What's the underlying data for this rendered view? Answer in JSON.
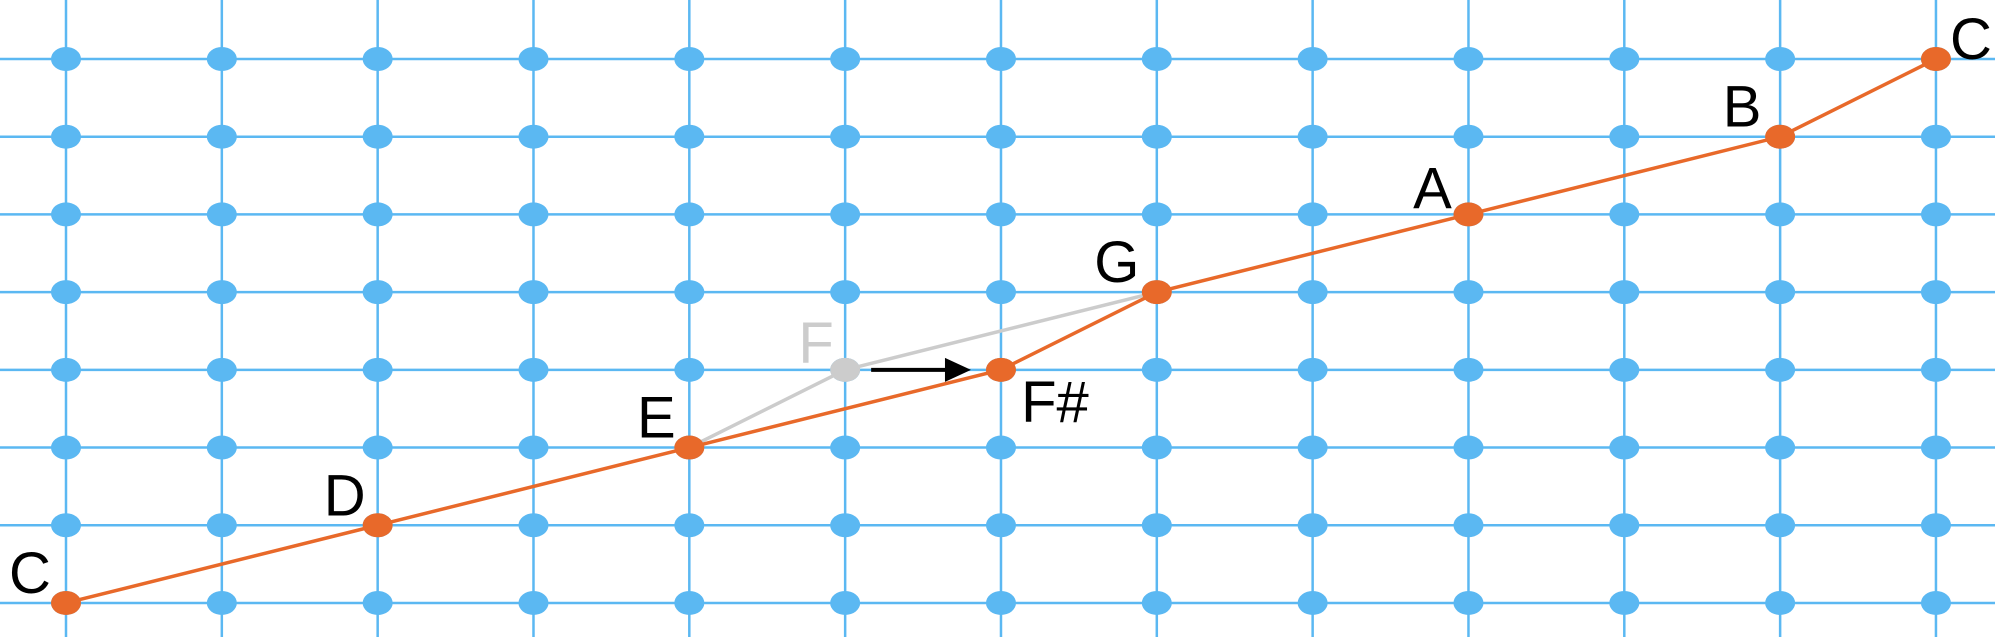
{
  "colors": {
    "grid": "#5bb8f2",
    "scale_path": "#e8692a",
    "old_path": "#cccccc",
    "arrow": "#000000",
    "label": "#000000",
    "label_muted": "#cccccc"
  },
  "grid": {
    "columns": 13,
    "rows": 8
  },
  "scale_notes": [
    {
      "label": "C",
      "col": 0,
      "row": 7
    },
    {
      "label": "D",
      "col": 2,
      "row": 6
    },
    {
      "label": "E",
      "col": 4,
      "row": 5
    },
    {
      "label": "F#",
      "col": 6,
      "row": 4
    },
    {
      "label": "G",
      "col": 7,
      "row": 3
    },
    {
      "label": "A",
      "col": 9,
      "row": 2
    },
    {
      "label": "B",
      "col": 11,
      "row": 1
    },
    {
      "label": "C",
      "col": 12,
      "row": 0
    }
  ],
  "replaced_note": {
    "label": "F",
    "col": 5,
    "row": 4
  }
}
